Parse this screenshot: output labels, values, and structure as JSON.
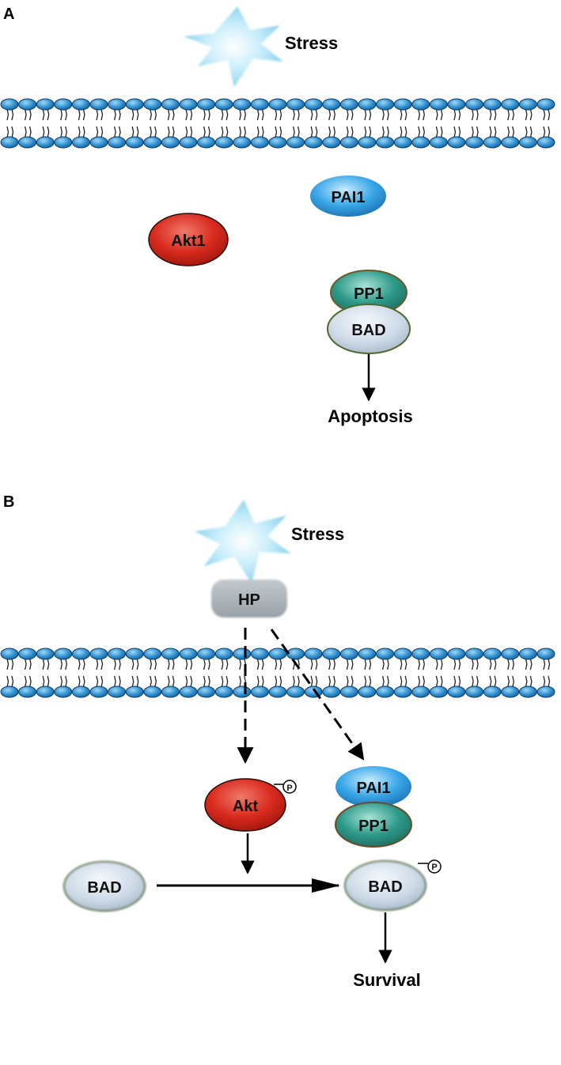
{
  "panels": [
    {
      "letter": "A",
      "stimulus": "Stress",
      "molecules": [
        "PAI1",
        "Akt1",
        "PP1",
        "BAD"
      ],
      "outcome": "Apoptosis"
    },
    {
      "letter": "B",
      "stimulus": "Stress",
      "mediator": "HP",
      "molecules": [
        "PAI1",
        "PP1",
        "Akt",
        "BAD",
        "BAD"
      ],
      "phospho_mark": "P",
      "outcome": "Survival"
    }
  ],
  "colors": {
    "membrane_head": "#2f8fd0",
    "akt": "#d92b1e",
    "pai1": "#3aa7e8",
    "pp1": "#2e9a8a",
    "bad": "#cfdbe8",
    "hp": "#a9b0b5",
    "stress": "#aee3f5"
  }
}
